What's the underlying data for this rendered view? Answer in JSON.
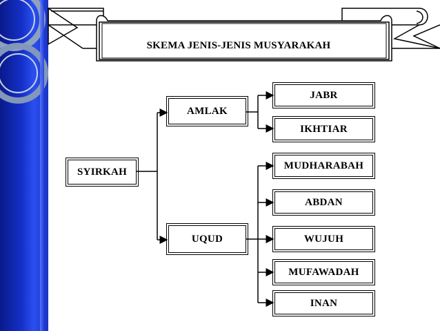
{
  "title": "SKEMA JENIS-JENIS MUSYARAKAH",
  "root": "SYIRKAH",
  "branches": [
    {
      "label": "AMLAK",
      "children": [
        "JABR",
        "IKHTIAR"
      ]
    },
    {
      "label": "UQUD",
      "children": [
        "MUDHARABAH",
        "ABDAN",
        "WUJUH",
        "MUFAWADAH",
        "INAN"
      ]
    }
  ],
  "colors": {
    "band": "#1430c8",
    "ring": "#8ea1c0",
    "line": "#000000"
  }
}
